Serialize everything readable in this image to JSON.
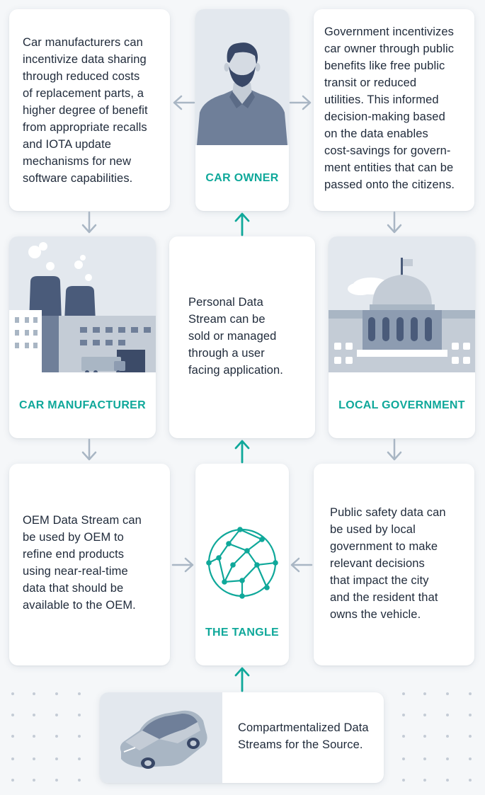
{
  "car_owner": {
    "label": "CAR OWNER",
    "left_text": "Car manufacturers can\nincentivize data sharing\nthrough reduced costs\nof replacement parts, a\nhigher degree of benefit\nfrom appropriate recalls\nand IOTA update\nmechanisms for new\nsoftware capabilities.",
    "right_text": "Government incentivizes\ncar owner through public\nbenefits like free public\ntransit or reduced\nutilities. This informed\ndecision-making based\non the data enables\ncost-savings for govern-\nment entities that can be\npassed onto the citizens."
  },
  "car_manufacturer": {
    "label": "CAR MANUFACTURER"
  },
  "personal_stream": {
    "text": "Personal Data\nStream can be\nsold or managed\nthrough a user\nfacing application."
  },
  "local_government": {
    "label": "LOCAL GOVERNMENT"
  },
  "oem_stream": {
    "text": "OEM Data Stream can\nbe used by OEM to\nrefine end products\nusing near-real-time\ndata that should be\navailable to the OEM."
  },
  "tangle": {
    "label": "THE TANGLE"
  },
  "public_safety": {
    "text": "Public safety data can\nbe used by local\ngovernment to make\nrelevant decisions\nthat impact the city\nand the resident that\nowns the vehicle."
  },
  "source": {
    "text": "Compartmentalized Data\nStreams for the Source."
  },
  "colors": {
    "accent": "#0fa89a",
    "arrow_gray": "#a9b6c4",
    "text": "#1f2a3a",
    "illus_bg": "#e3e8ee"
  }
}
